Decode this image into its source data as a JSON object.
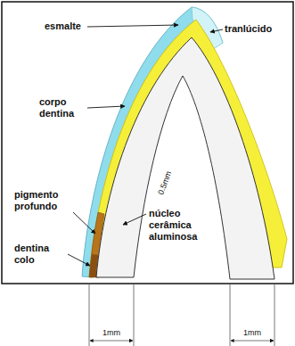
{
  "diagram": {
    "labels": [
      "esmalte",
      "tranlúcido",
      "corpo dentina",
      "0.5mm",
      "pigmento profundo",
      "núcleo cerâmica aluminosa",
      "dentina colo",
      "1mm",
      "1mm"
    ]
  }
}
